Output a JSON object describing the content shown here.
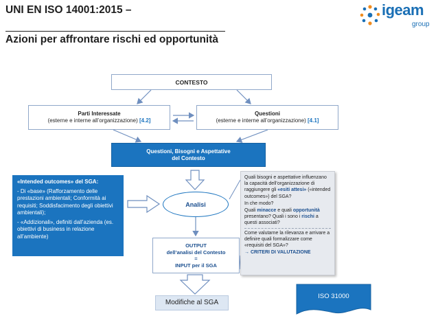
{
  "header": {
    "title_line1": "UNI EN ISO 14001:2015 –",
    "title_line2": "Azioni per affrontare rischi ed opportunità"
  },
  "logo": {
    "name": "igeam",
    "sub": "group",
    "colors": [
      "#1a6fb5",
      "#f08c1e"
    ]
  },
  "diagram": {
    "contesto": "CONTESTO",
    "parti": {
      "title": "Parti Interessate",
      "sub": "(esterne e interne all’organizzazione)",
      "ref": "[4.2]"
    },
    "questioni": {
      "title": "Questioni",
      "sub": "(esterne e interne all’organizzazione)",
      "ref": "[4.1]"
    },
    "qbisogni": {
      "line1": "Questioni, Bisogni e Aspettative",
      "line2": "del Contesto"
    },
    "intended": {
      "title": "«Intended outcomes» del SGA:",
      "p1": "- Di «base» (Rafforzamento delle prestazioni ambientali; Conformità ai requisiti; Soddisfacimento degli obiettivi ambientali);",
      "p2": "- «Addizionali», definiti dall’azienda (es. obiettivi di business in relazione all’ambiente)"
    },
    "analisi": "Analisi",
    "output": {
      "line1": "OUTPUT",
      "line2": "dell’analisi del Contesto",
      "line3": "=",
      "line4": "INPUT per il SGA"
    },
    "modifiche": "Modifiche al SGA",
    "notes": {
      "n1a": "Quali  bisogni e aspettative influenzano la capacità dell’organizzazione di raggiungere gli ",
      "n1b": "«esiti attesi»",
      "n1c": " («intended outcomes») del SGA?",
      "n2": "In che modo?",
      "n3a": "Quali ",
      "n3b": "minacce",
      "n3c": " e quali ",
      "n3d": "opportunità",
      "n3e": " presentano? Quali i sono i ",
      "n3f": "rischi",
      "n3g": " a questi associati?",
      "n4": "Come valutarne la rilevanza e arrivare a definire quali formalizzare come «requisiti del SGA»?",
      "n5": "→ CRITERI DI VALUTAZIONE"
    },
    "iso_label": "ISO 31000"
  },
  "colors": {
    "primary_blue": "#1b74bf",
    "box_border": "#8fa7c9",
    "note_bg": "#e7eaef"
  }
}
